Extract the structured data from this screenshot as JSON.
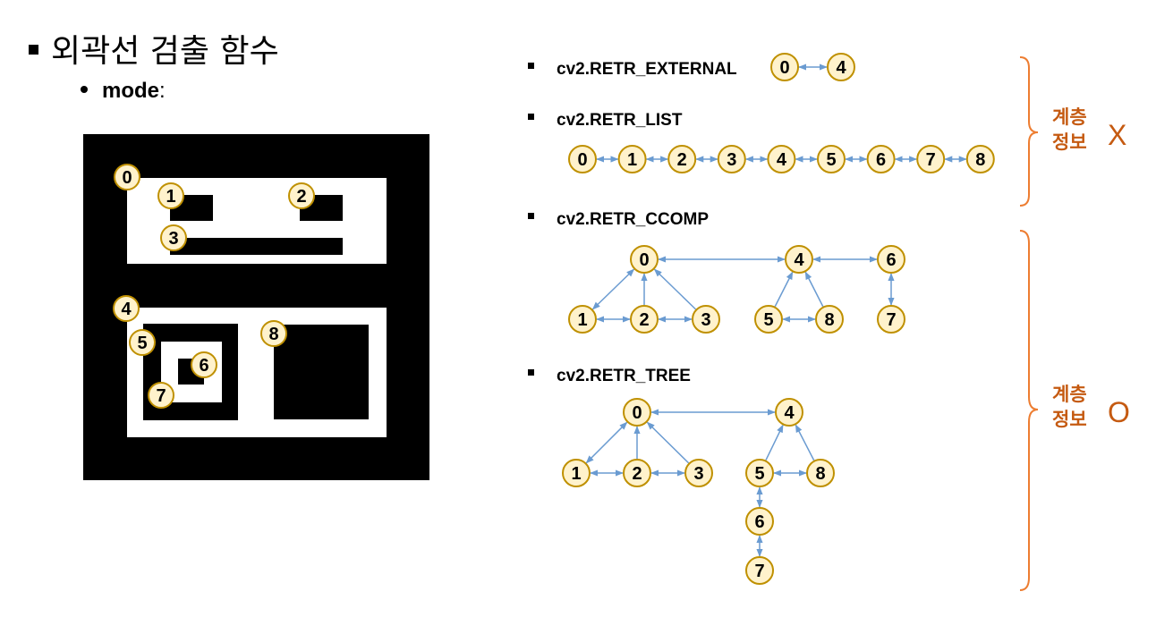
{
  "title": "외곽선 검출 함수",
  "subtitle_key": "mode",
  "subtitle_colon": ":",
  "modes": {
    "external": "cv2.RETR_EXTERNAL",
    "list": "cv2.RETR_LIST",
    "ccomp": "cv2.RETR_CCOMP",
    "tree": "cv2.RETR_TREE"
  },
  "brace_labels": {
    "top": {
      "line1": "계층",
      "line2": "정보",
      "mark": "X"
    },
    "bottom": {
      "line1": "계층",
      "line2": "정보",
      "mark": "O"
    }
  },
  "image_labels": [
    "0",
    "1",
    "2",
    "3",
    "4",
    "5",
    "6",
    "7",
    "8"
  ],
  "graphs": {
    "external": {
      "nodes": [
        "0",
        "4"
      ]
    },
    "list": {
      "nodes": [
        "0",
        "1",
        "2",
        "3",
        "4",
        "5",
        "6",
        "7",
        "8"
      ]
    },
    "ccomp": {
      "nodes": [
        "0",
        "1",
        "2",
        "3",
        "4",
        "5",
        "8",
        "6",
        "7"
      ]
    },
    "tree": {
      "nodes": [
        "0",
        "1",
        "2",
        "3",
        "4",
        "5",
        "8",
        "6",
        "7"
      ]
    }
  },
  "colors": {
    "arrow": "#6A9BD1",
    "node_fill": "#FFF2CC",
    "node_stroke": "#BF9000",
    "brace": "#ED7D31",
    "accent_text": "#C55A11"
  }
}
